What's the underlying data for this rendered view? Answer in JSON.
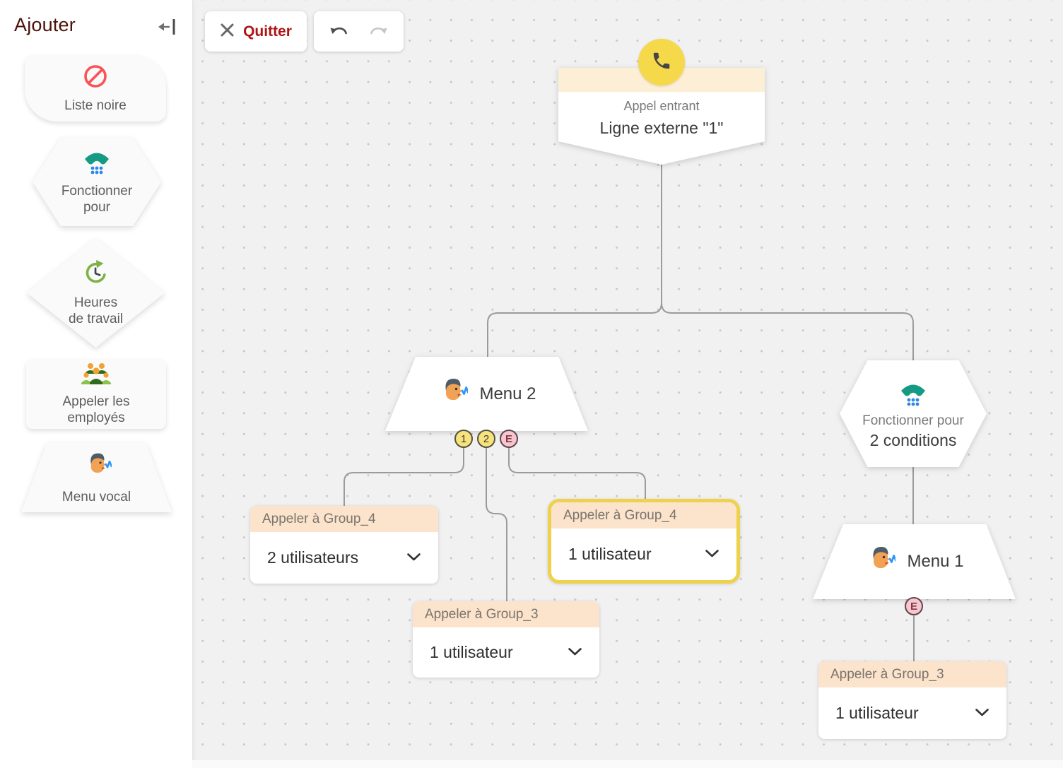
{
  "sidebar": {
    "title": "Ajouter",
    "items": [
      {
        "icon": "blocked-icon",
        "label_lines": [
          "Liste noire"
        ]
      },
      {
        "icon": "phone-keypad-icon",
        "label_lines": [
          "Fonctionner",
          "pour"
        ]
      },
      {
        "icon": "history-clock-icon",
        "label_lines": [
          "Heures",
          "de travail"
        ]
      },
      {
        "icon": "people-group-icon",
        "label_lines": [
          "Appeler les",
          "employés"
        ]
      },
      {
        "icon": "voice-menu-icon",
        "label_lines": [
          "Menu vocal"
        ]
      }
    ]
  },
  "toolbar": {
    "quit_label": "Quitter"
  },
  "flow": {
    "incoming_call": {
      "type_label": "Appel entrant",
      "name": "Ligne externe \"1\""
    },
    "menu2": {
      "name": "Menu 2",
      "ports": [
        "1",
        "2",
        "E"
      ]
    },
    "condition": {
      "type_label": "Fonctionner pour",
      "name": "2 conditions"
    },
    "menu1": {
      "name": "Menu 1",
      "port": "E"
    },
    "call_group4_a": {
      "header": "Appeler à Group_4",
      "value": "2 utilisateurs"
    },
    "call_group4_selected": {
      "header": "Appeler à Group_4",
      "value": "1 utilisateur"
    },
    "call_group3_a": {
      "header": "Appeler à Group_3",
      "value": "1 utilisateur"
    },
    "call_group3_b": {
      "header": "Appeler à Group_3",
      "value": "1 utilisateur"
    }
  },
  "colors": {
    "canvas_bg": "#F1F1F2",
    "dot_grid": "#C6C6C8",
    "sidebar_title_maroon": "#4C1208",
    "quit_red": "#AE1313",
    "header_peach": "#FBE3CC",
    "incoming_band_cream": "#FCEFD6",
    "accent_yellow_circle": "#F6D84B",
    "selection_yellow": "#EDD24D",
    "port_yellow": "#F7E37D",
    "port_pink": "#F7C6CE",
    "wire_gray": "#9B9B9B",
    "teal_phone": "#159A84",
    "keypad_blue": "#2E87E8",
    "blocked_red": "#FB5257",
    "history_green": "#7CB342",
    "people_orange": "#F0A232",
    "people_green_dark": "#2E6B1F"
  }
}
